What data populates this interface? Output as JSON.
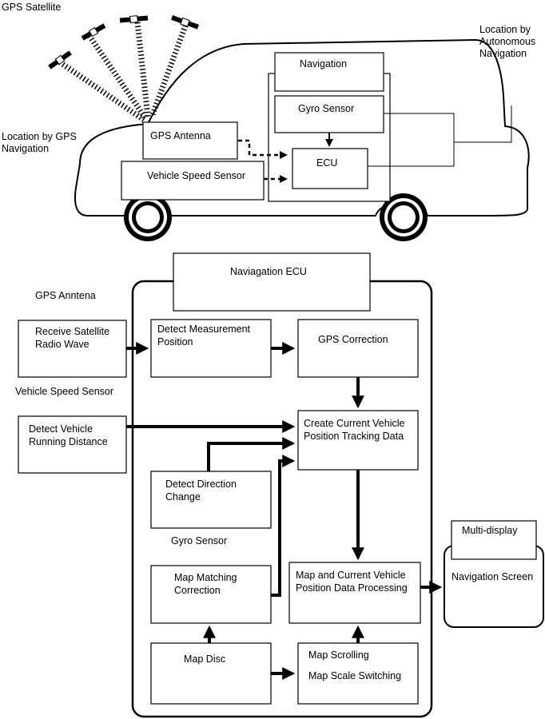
{
  "car": {
    "gps_satellite": "GPS Satellite",
    "location_gps": [
      "Location by GPS",
      "Navigation"
    ],
    "location_auto": [
      "Location by",
      "Autonomous",
      "Navigation"
    ],
    "navigation": "Navigation",
    "gyro_sensor": "Gyro Sensor",
    "gps_antenna": "GPS Antenna",
    "ecu": "ECU",
    "vehicle_speed_sensor": "Vehicle Speed Sensor"
  },
  "flow": {
    "nav_ecu": "Naviagation ECU",
    "gps_antenna_label": "GPS Anntena",
    "receive_satellite": [
      "Receive Satellite",
      "Radio Wave"
    ],
    "detect_measurement": [
      "Detect Measurement",
      "Position"
    ],
    "gps_correction": "GPS Correction",
    "vehicle_speed_label": "Vehicle Speed Sensor",
    "detect_running": [
      "Detect Vehicle",
      "Running Distance"
    ],
    "create_tracking": [
      "Create Current Vehicle",
      "Position Tracking Data"
    ],
    "detect_direction": [
      "Detect Direction",
      "Change"
    ],
    "gyro_label": "Gyro Sensor",
    "map_matching": [
      "Map Matching",
      "Correction"
    ],
    "map_processing": [
      "Map and Current Vehicle",
      "Position Data Processing"
    ],
    "multi_display": "Multi-display",
    "navigation_screen": "Navigation Screen",
    "map_disc": "Map Disc",
    "map_scrolling": "Map Scrolling",
    "map_scale": "Map Scale Switching"
  }
}
